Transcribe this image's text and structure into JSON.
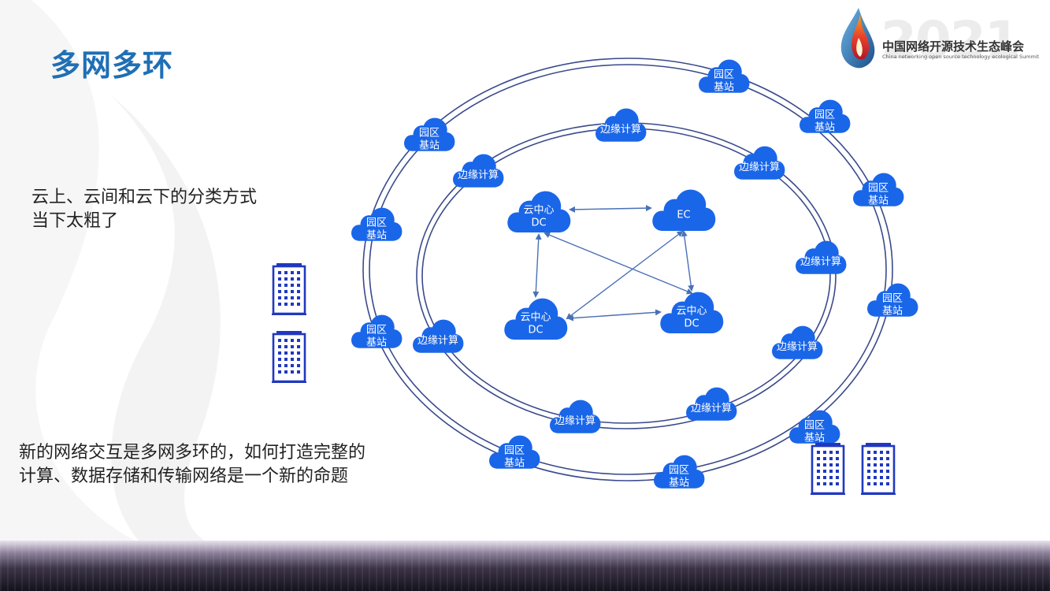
{
  "title": "多网多环",
  "logo": {
    "year": "2021",
    "name_cn": "中国网络开源技术生态峰会",
    "name_en": "China networking open source technology ecological Summit"
  },
  "text_left_top": [
    "云上、云间和云下的分类方式",
    "当下太粗了"
  ],
  "text_left_bottom": [
    "新的网络交互是多网多环的，如何打造完整的",
    "计算、数据存储和传输网络是一个新的命题"
  ],
  "diagram": {
    "outer_ring_nodes": [
      [
        "园区",
        "基站"
      ],
      [
        "园区",
        "基站"
      ],
      [
        "园区",
        "基站"
      ],
      [
        "园区",
        "基站"
      ],
      [
        "园区",
        "基站"
      ],
      [
        "园区",
        "基站"
      ],
      [
        "园区",
        "基站"
      ],
      [
        "园区",
        "基站"
      ],
      [
        "园区",
        "基站"
      ],
      [
        "园区",
        "基站"
      ]
    ],
    "middle_ring_nodes": [
      "边缘计算",
      "边缘计算",
      "边缘计算",
      "边缘计算",
      "边缘计算",
      "边缘计算",
      "边缘计算",
      "边缘计算"
    ],
    "core_nodes": [
      [
        "云中心",
        "DC"
      ],
      [
        "EC"
      ],
      [
        "云中心",
        "DC"
      ],
      [
        "云中心",
        "DC"
      ]
    ],
    "building_icons": [
      "building-icon",
      "building-icon",
      "building-icon",
      "building-icon"
    ]
  },
  "colors": {
    "title": "#1f6fb5",
    "cloud": "#1a66e8",
    "ring": "#3a4a8c",
    "arrow": "#4a70b5",
    "building": "#2038c0"
  }
}
